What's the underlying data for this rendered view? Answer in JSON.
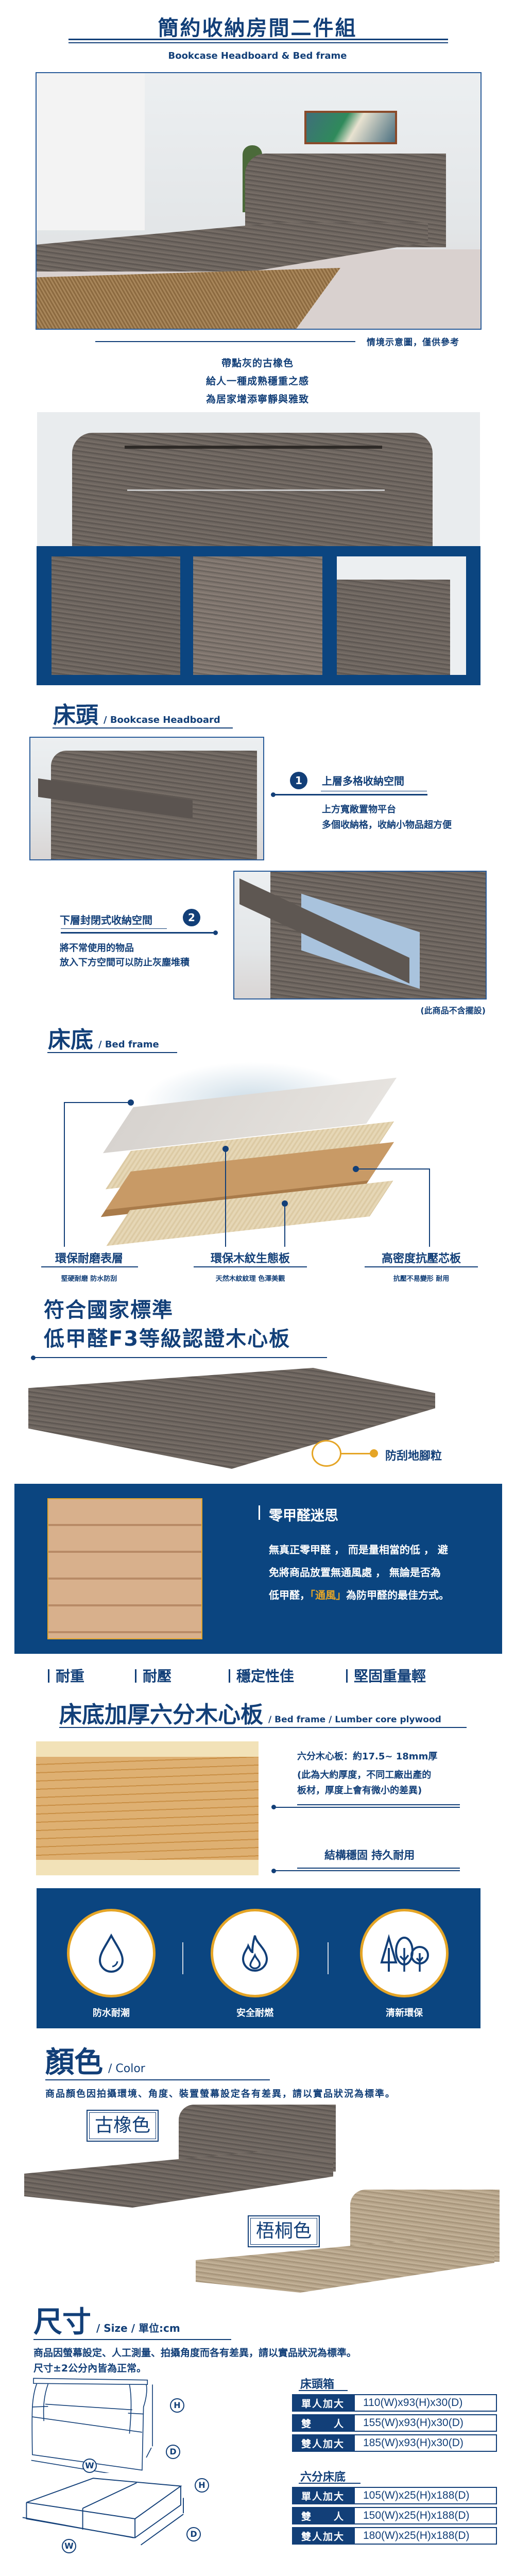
{
  "header": {
    "title": "簡約收納房間二件組",
    "subtitle": "Bookcase Headboard & Bed frame",
    "scene_note": "情境示意圖，僅供參考"
  },
  "intro": {
    "lines": [
      "帶點灰的古橡色",
      "給人一種成熟穩重之感",
      "為居家增添寧靜與雅致"
    ]
  },
  "headboard": {
    "heading": "床頭",
    "heading_en": "/  Bookcase Headboard",
    "callouts": [
      {
        "number": "1",
        "title": "上層多格收納空間",
        "desc": [
          "上方寬敞置物平台",
          "多個收納格，收納小物品超方便"
        ]
      },
      {
        "number": "2",
        "title": "下層封閉式收納空間",
        "desc": [
          "將不常使用的物品",
          "放入下方空間可以防止灰塵堆積"
        ]
      }
    ],
    "disclaimer": "(此商品不含擺設)"
  },
  "bedframe": {
    "heading": "床底",
    "heading_en": "/  Bed frame",
    "layers": [
      {
        "title": "環保耐磨表層",
        "sub": "堅硬耐磨  防水防刮"
      },
      {
        "title": "環保木紋生態板",
        "sub": "天然木紋紋理  色澤美觀"
      },
      {
        "title": "高密度抗壓芯板",
        "sub": "抗壓不易變形  耐用"
      }
    ],
    "standard": [
      "符合國家標準",
      "低甲醛F3等級認證木心板"
    ],
    "feet_label": "防刮地腳粒"
  },
  "formaldehyde": {
    "title": "零甲醛迷思",
    "lines": [
      "無真正零甲醛 ， 而是量相當的低 ， 避",
      "免將商品放置無通風處 ， 無論是否為"
    ],
    "line3_pre": "低甲醛，",
    "line3_highlight": "「通風」",
    "line3_post": "為防甲醛的最佳方式。"
  },
  "features": [
    "耐重",
    "耐壓",
    "穩定性佳",
    "堅固重量輕"
  ],
  "plywood": {
    "heading": "床底加厚六分木心板",
    "heading_en": "/ Bed frame / Lumber core plywood",
    "desc": [
      "六分木心板：約17.5~ 18mm厚",
      "(此為大約厚度，不同工廠出產的",
      "板材，厚度上會有微小的差異)"
    ],
    "tagline": "結構穩固 持久耐用"
  },
  "properties": [
    {
      "label": "防水耐潮",
      "icon": "water-drop-icon"
    },
    {
      "label": "安全耐燃",
      "icon": "flame-icon"
    },
    {
      "label": "清新環保",
      "icon": "trees-icon"
    }
  ],
  "color": {
    "heading": "顏色",
    "heading_en": "/  Color",
    "note": "商品顏色因拍攝環境、角度、裝置螢幕設定各有差異，請以實品狀況為標準。",
    "options": [
      "古橡色",
      "梧桐色"
    ]
  },
  "size": {
    "heading": "尺寸",
    "heading_en": "/  Size  /  單位:cm",
    "notes": [
      "商品因螢幕設定、人工測量、拍攝角度而各有差異，請以實品狀況為標準。",
      "尺寸±2公分內皆為正常。"
    ],
    "dim_labels": {
      "w": "W",
      "h": "H",
      "d": "D"
    },
    "headboard_table": {
      "title": "床頭箱",
      "rows": [
        {
          "k": "單人加大",
          "v": "110(W)x93(H)x30(D)"
        },
        {
          "k": "雙　　人",
          "v": "155(W)x93(H)x30(D)"
        },
        {
          "k": "雙人加大",
          "v": "185(W)x93(H)x30(D)"
        }
      ]
    },
    "bedframe_table": {
      "title": "六分床底",
      "rows": [
        {
          "k": "單人加大",
          "v": "105(W)x25(H)x188(D)"
        },
        {
          "k": "雙　　人",
          "v": "150(W)x25(H)x188(D)"
        },
        {
          "k": "雙人加大",
          "v": "180(W)x25(H)x188(D)"
        }
      ]
    }
  },
  "colors": {
    "navy": "#123f78",
    "band": "#0b4580",
    "accent_orange": "#e5a526"
  }
}
